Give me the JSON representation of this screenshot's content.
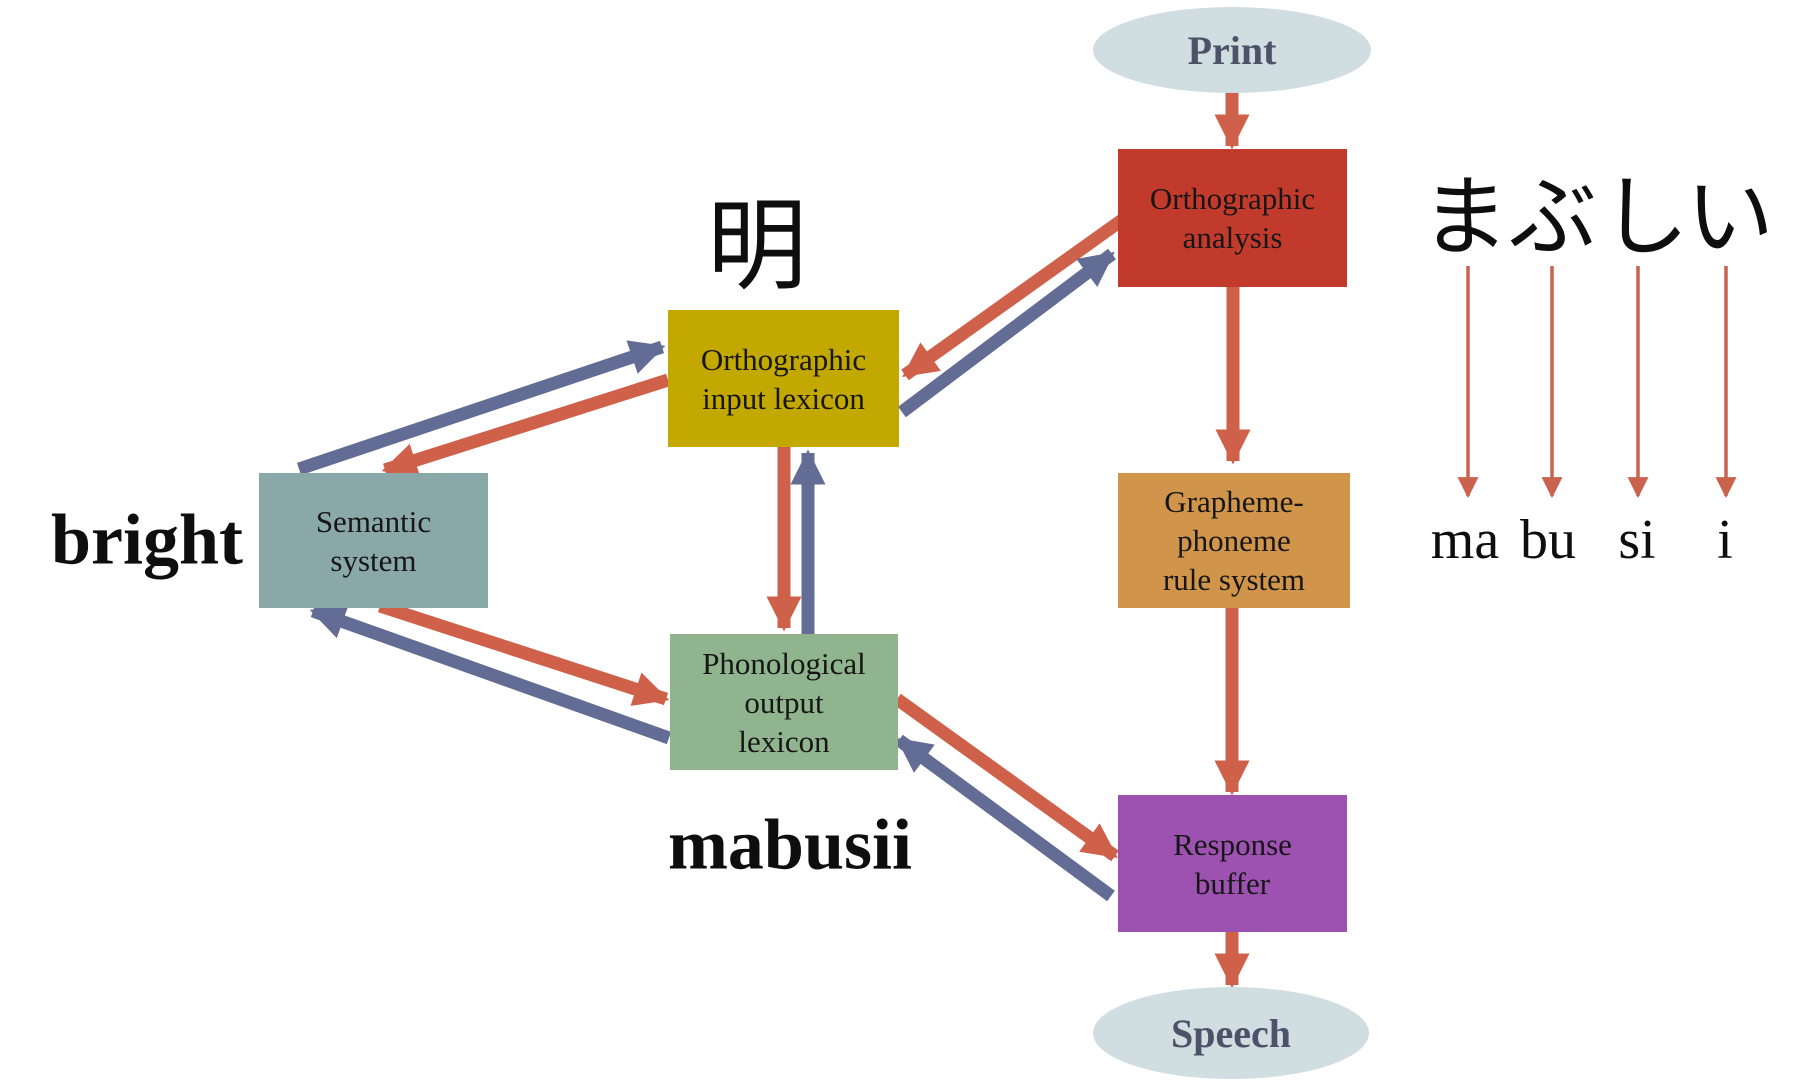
{
  "nodes": {
    "print": {
      "label": "Print"
    },
    "orthographic_analysis": {
      "label": "Orthographic\nanalysis"
    },
    "orthographic_input_lexicon": {
      "label": "Orthographic\ninput lexicon"
    },
    "semantic_system": {
      "label": "Semantic\nsystem"
    },
    "grapheme_phoneme_rule_system": {
      "label": "Grapheme-\nphoneme\nrule system"
    },
    "phonological_output_lexicon": {
      "label": "Phonological\noutput\nlexicon"
    },
    "response_buffer": {
      "label": "Response\nbuffer"
    },
    "speech": {
      "label": "Speech"
    }
  },
  "annotations": {
    "kanji_example": "明",
    "english_gloss": "bright",
    "romanized_word": "mabusii",
    "kana_word": [
      "ま",
      "ぶ",
      "し",
      "い"
    ],
    "kana_romanized": [
      "ma",
      "bu",
      "si",
      "i"
    ]
  },
  "edges": [
    {
      "from": "print",
      "to": "orthographic_analysis",
      "type": "forward"
    },
    {
      "from": "orthographic_analysis",
      "to": "orthographic_input_lexicon",
      "type": "forward"
    },
    {
      "from": "orthographic_input_lexicon",
      "to": "orthographic_analysis",
      "type": "feedback"
    },
    {
      "from": "orthographic_input_lexicon",
      "to": "semantic_system",
      "type": "forward"
    },
    {
      "from": "semantic_system",
      "to": "orthographic_input_lexicon",
      "type": "feedback"
    },
    {
      "from": "orthographic_input_lexicon",
      "to": "phonological_output_lexicon",
      "type": "forward"
    },
    {
      "from": "phonological_output_lexicon",
      "to": "orthographic_input_lexicon",
      "type": "feedback"
    },
    {
      "from": "semantic_system",
      "to": "phonological_output_lexicon",
      "type": "forward"
    },
    {
      "from": "phonological_output_lexicon",
      "to": "semantic_system",
      "type": "feedback"
    },
    {
      "from": "orthographic_analysis",
      "to": "grapheme_phoneme_rule_system",
      "type": "forward"
    },
    {
      "from": "grapheme_phoneme_rule_system",
      "to": "response_buffer",
      "type": "forward"
    },
    {
      "from": "phonological_output_lexicon",
      "to": "response_buffer",
      "type": "forward"
    },
    {
      "from": "response_buffer",
      "to": "phonological_output_lexicon",
      "type": "feedback"
    },
    {
      "from": "response_buffer",
      "to": "speech",
      "type": "forward"
    },
    {
      "from": "ま",
      "to": "ma",
      "type": "kana_mapping"
    },
    {
      "from": "ぶ",
      "to": "bu",
      "type": "kana_mapping"
    },
    {
      "from": "し",
      "to": "si",
      "type": "kana_mapping"
    },
    {
      "from": "い",
      "to": "i",
      "type": "kana_mapping"
    }
  ],
  "colors": {
    "background": "#ffffff",
    "terminal_fill": "#d0dde1",
    "terminal_text": "#4d5269",
    "orthographic_analysis_fill": "#c13a2b",
    "orthographic_input_lexicon_fill": "#c3a800",
    "semantic_system_fill": "#8ba8a8",
    "grapheme_phoneme_rule_system_fill": "#d0954a",
    "phonological_output_lexicon_fill": "#90b58e",
    "response_buffer_fill": "#9d52b2",
    "forward_arrow": "#cf6049",
    "feedback_arrow": "#636c95",
    "kana_mapping_arrow": "#c9634e",
    "box_label_text": "#161616",
    "annotation_text": "#0e0e0e"
  }
}
